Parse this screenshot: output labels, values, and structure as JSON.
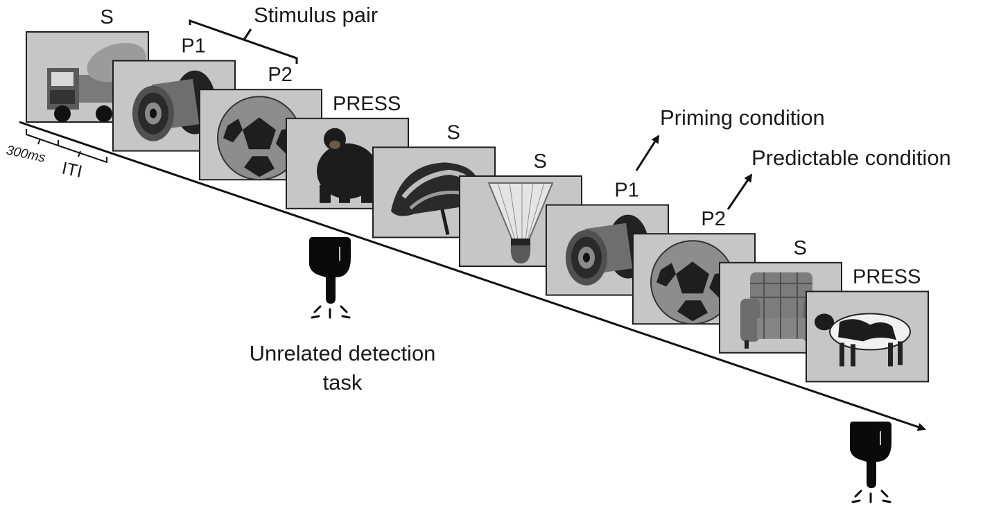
{
  "frames": [
    {
      "label": "S",
      "object": "truck"
    },
    {
      "label": "P1",
      "object": "lens"
    },
    {
      "label": "P2",
      "object": "soccer-ball"
    },
    {
      "label": "PRESS",
      "object": "bear"
    },
    {
      "label": "S",
      "object": "helmet"
    },
    {
      "label": "S",
      "object": "shuttlecock"
    },
    {
      "label": "P1",
      "object": "lens"
    },
    {
      "label": "P2",
      "object": "soccer-ball"
    },
    {
      "label": "S",
      "object": "armchair"
    },
    {
      "label": "PRESS",
      "object": "cow"
    }
  ],
  "annotations": {
    "stimulus_pair": "Stimulus pair",
    "priming_condition": "Priming condition",
    "predictable_condition": "Predictable condition",
    "duration": "300ms",
    "iti": "ITI",
    "task_line1": "Unrelated detection",
    "task_line2": "task"
  },
  "icons": [
    "hand-press-icon",
    "hand-press-icon"
  ],
  "colors": {
    "frame_fill": "#c6c6c6",
    "ink": "#1a1a1a"
  }
}
